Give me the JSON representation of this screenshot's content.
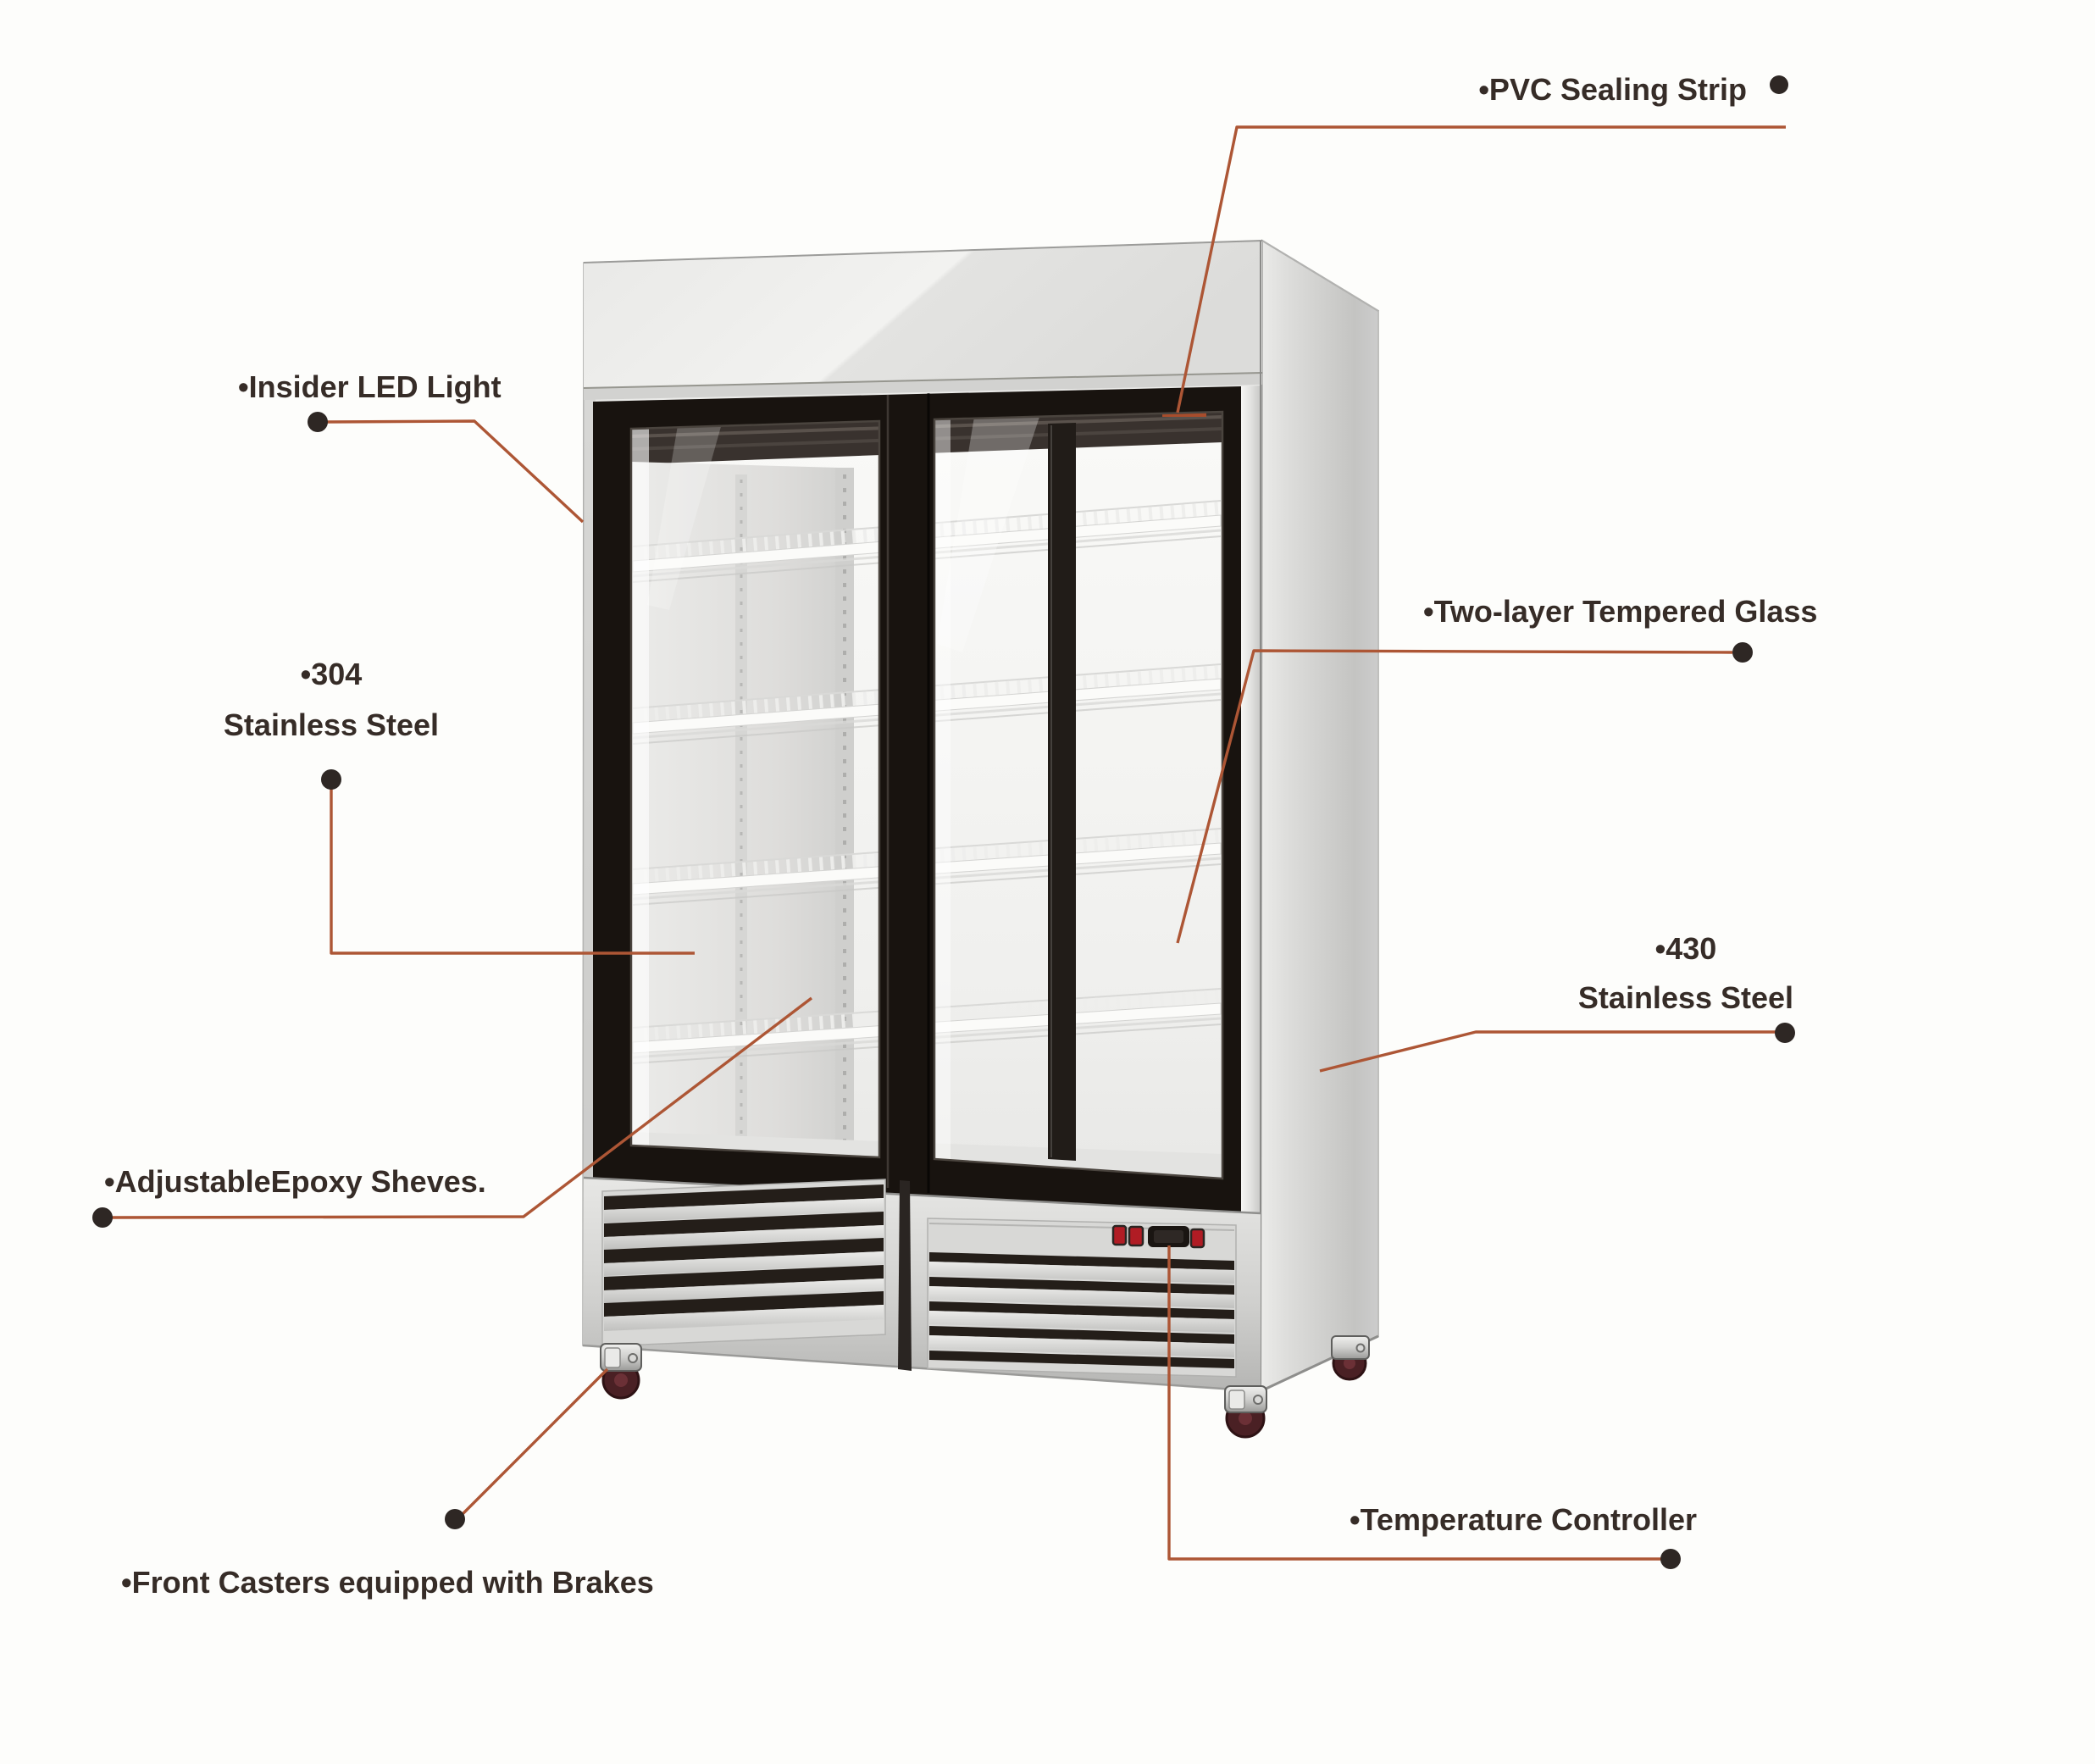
{
  "diagram": {
    "title_hint": "two-glass-door upright display refrigerator feature callout diagram",
    "background_color": "#fdfdfb",
    "accent_color": "#ad5635",
    "dot_color": "#2e2724",
    "text_color": "#362c27",
    "labels": {
      "pvc_sealing_strip": "•PVC Sealing Strip",
      "insider_led_light": "•Insider LED Light",
      "stainless_304": {
        "line1": "•304",
        "line2": "Stainless Steel"
      },
      "two_layer_tempered_glass": "•Two-layer Tempered Glass",
      "stainless_430": {
        "line1": "•430",
        "line2": "Stainless Steel"
      },
      "adjustable_epoxy_shelves": "•AdjustableEpoxy Sheves.",
      "front_casters": "•Front Casters equipped with Brakes",
      "temperature_controller": "•Temperature Controller"
    }
  }
}
